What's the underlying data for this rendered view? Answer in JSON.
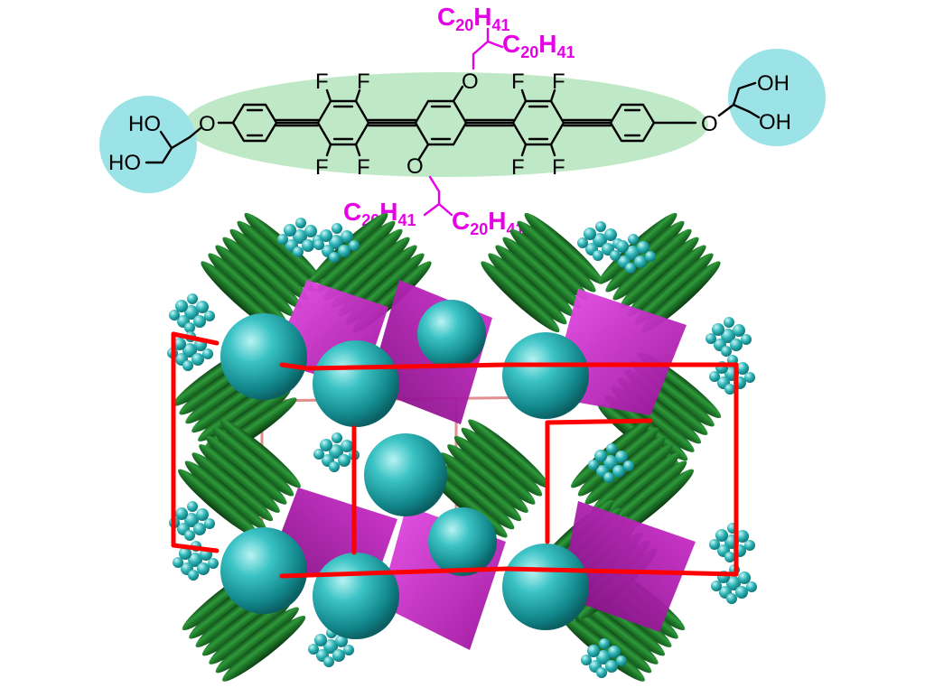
{
  "molecule": {
    "atom_labels": {
      "fluorine": "F",
      "oxygen": "O",
      "diol_left_top": "HO",
      "diol_left_bottom": "HO",
      "diol_right_top": "OH",
      "diol_right_bottom": "OH"
    },
    "alkyl_chains": {
      "element_c": "C",
      "c_subscript": "20",
      "element_h": "H",
      "h_subscript": "41"
    }
  },
  "colors": {
    "core_ellipse": "#bfe9c6",
    "end_group_circle": "#9be3e6",
    "alkyl_chain": "#e600e6",
    "unit_cell": "#ff0000",
    "cylinder_green": "#1f7a2a",
    "sphere_teal": "#1fa5a8",
    "polyhedron_magenta": "#c21ac2"
  }
}
